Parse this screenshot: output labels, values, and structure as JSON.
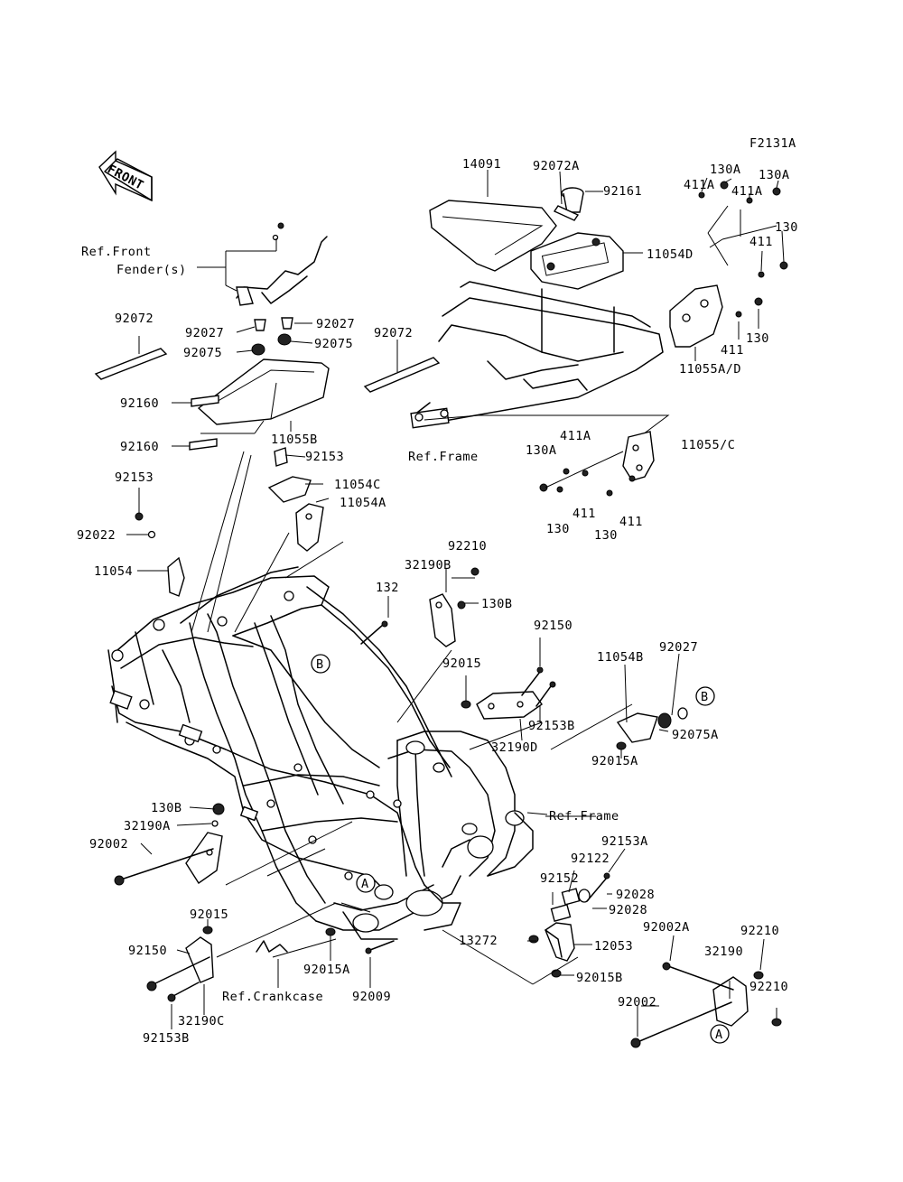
{
  "figure_code": "F2131A",
  "direction_label": "FRONT",
  "ref_labels": {
    "front_fender_1": "Ref.Front",
    "front_fender_2": "Fender(s)",
    "frame_upper": "Ref.Frame",
    "frame_right": "Ref.Frame",
    "crankcase": "Ref.Crankcase"
  },
  "markers": {
    "a": "A",
    "b": "B"
  },
  "part_numbers": {
    "p14091": "14091",
    "p92072A": "92072A",
    "p92161": "92161",
    "p130A_1": "130A",
    "p130A_2": "130A",
    "p411A_1": "411A",
    "p411A_2": "411A",
    "p130_1": "130",
    "p411_1": "411",
    "p11054D": "11054D",
    "p130_2": "130",
    "p411_2": "411",
    "p11055AD": "11055A/D",
    "p92072_left": "92072",
    "p92027_1": "92027",
    "p92027_2": "92027",
    "p92075_1": "92075",
    "p92075_2": "92075",
    "p92072_mid": "92072",
    "p92160_1": "92160",
    "p92160_2": "92160",
    "p11055B": "11055B",
    "p411A_3": "411A",
    "p130A_3": "130A",
    "p11055C": "11055/C",
    "p130_3": "130",
    "p411_3": "411",
    "p130_4": "130",
    "p411_4": "411",
    "p92153_1": "92153",
    "p11054C": "11054C",
    "p92153_2": "92153",
    "p11054A": "11054A",
    "p92022": "92022",
    "p11054": "11054",
    "p92210_1": "92210",
    "p32190B": "32190B",
    "p132": "132",
    "p130B_1": "130B",
    "p92150_1": "92150",
    "p92015_1": "92015",
    "p92153B_1": "92153B",
    "p32190D": "32190D",
    "p11054B": "11054B",
    "p92027_3": "92027",
    "p92075A": "92075A",
    "p92015A_1": "92015A",
    "p130B_2": "130B",
    "p32190A": "32190A",
    "p92002_1": "92002",
    "p92153A": "92153A",
    "p92122": "92122",
    "p92028_1": "92028",
    "p92028_2": "92028",
    "p92152": "92152",
    "p92015_2": "92015",
    "p13272": "13272",
    "p12053": "12053",
    "p92002A": "92002A",
    "p92210_2": "92210",
    "p32190": "32190",
    "p92210_3": "92210",
    "p92150_2": "92150",
    "p92015A_2": "92015A",
    "p92009": "92009",
    "p92015B": "92015B",
    "p92002_2": "92002",
    "p32190C": "32190C",
    "p92153B_2": "92153B"
  }
}
